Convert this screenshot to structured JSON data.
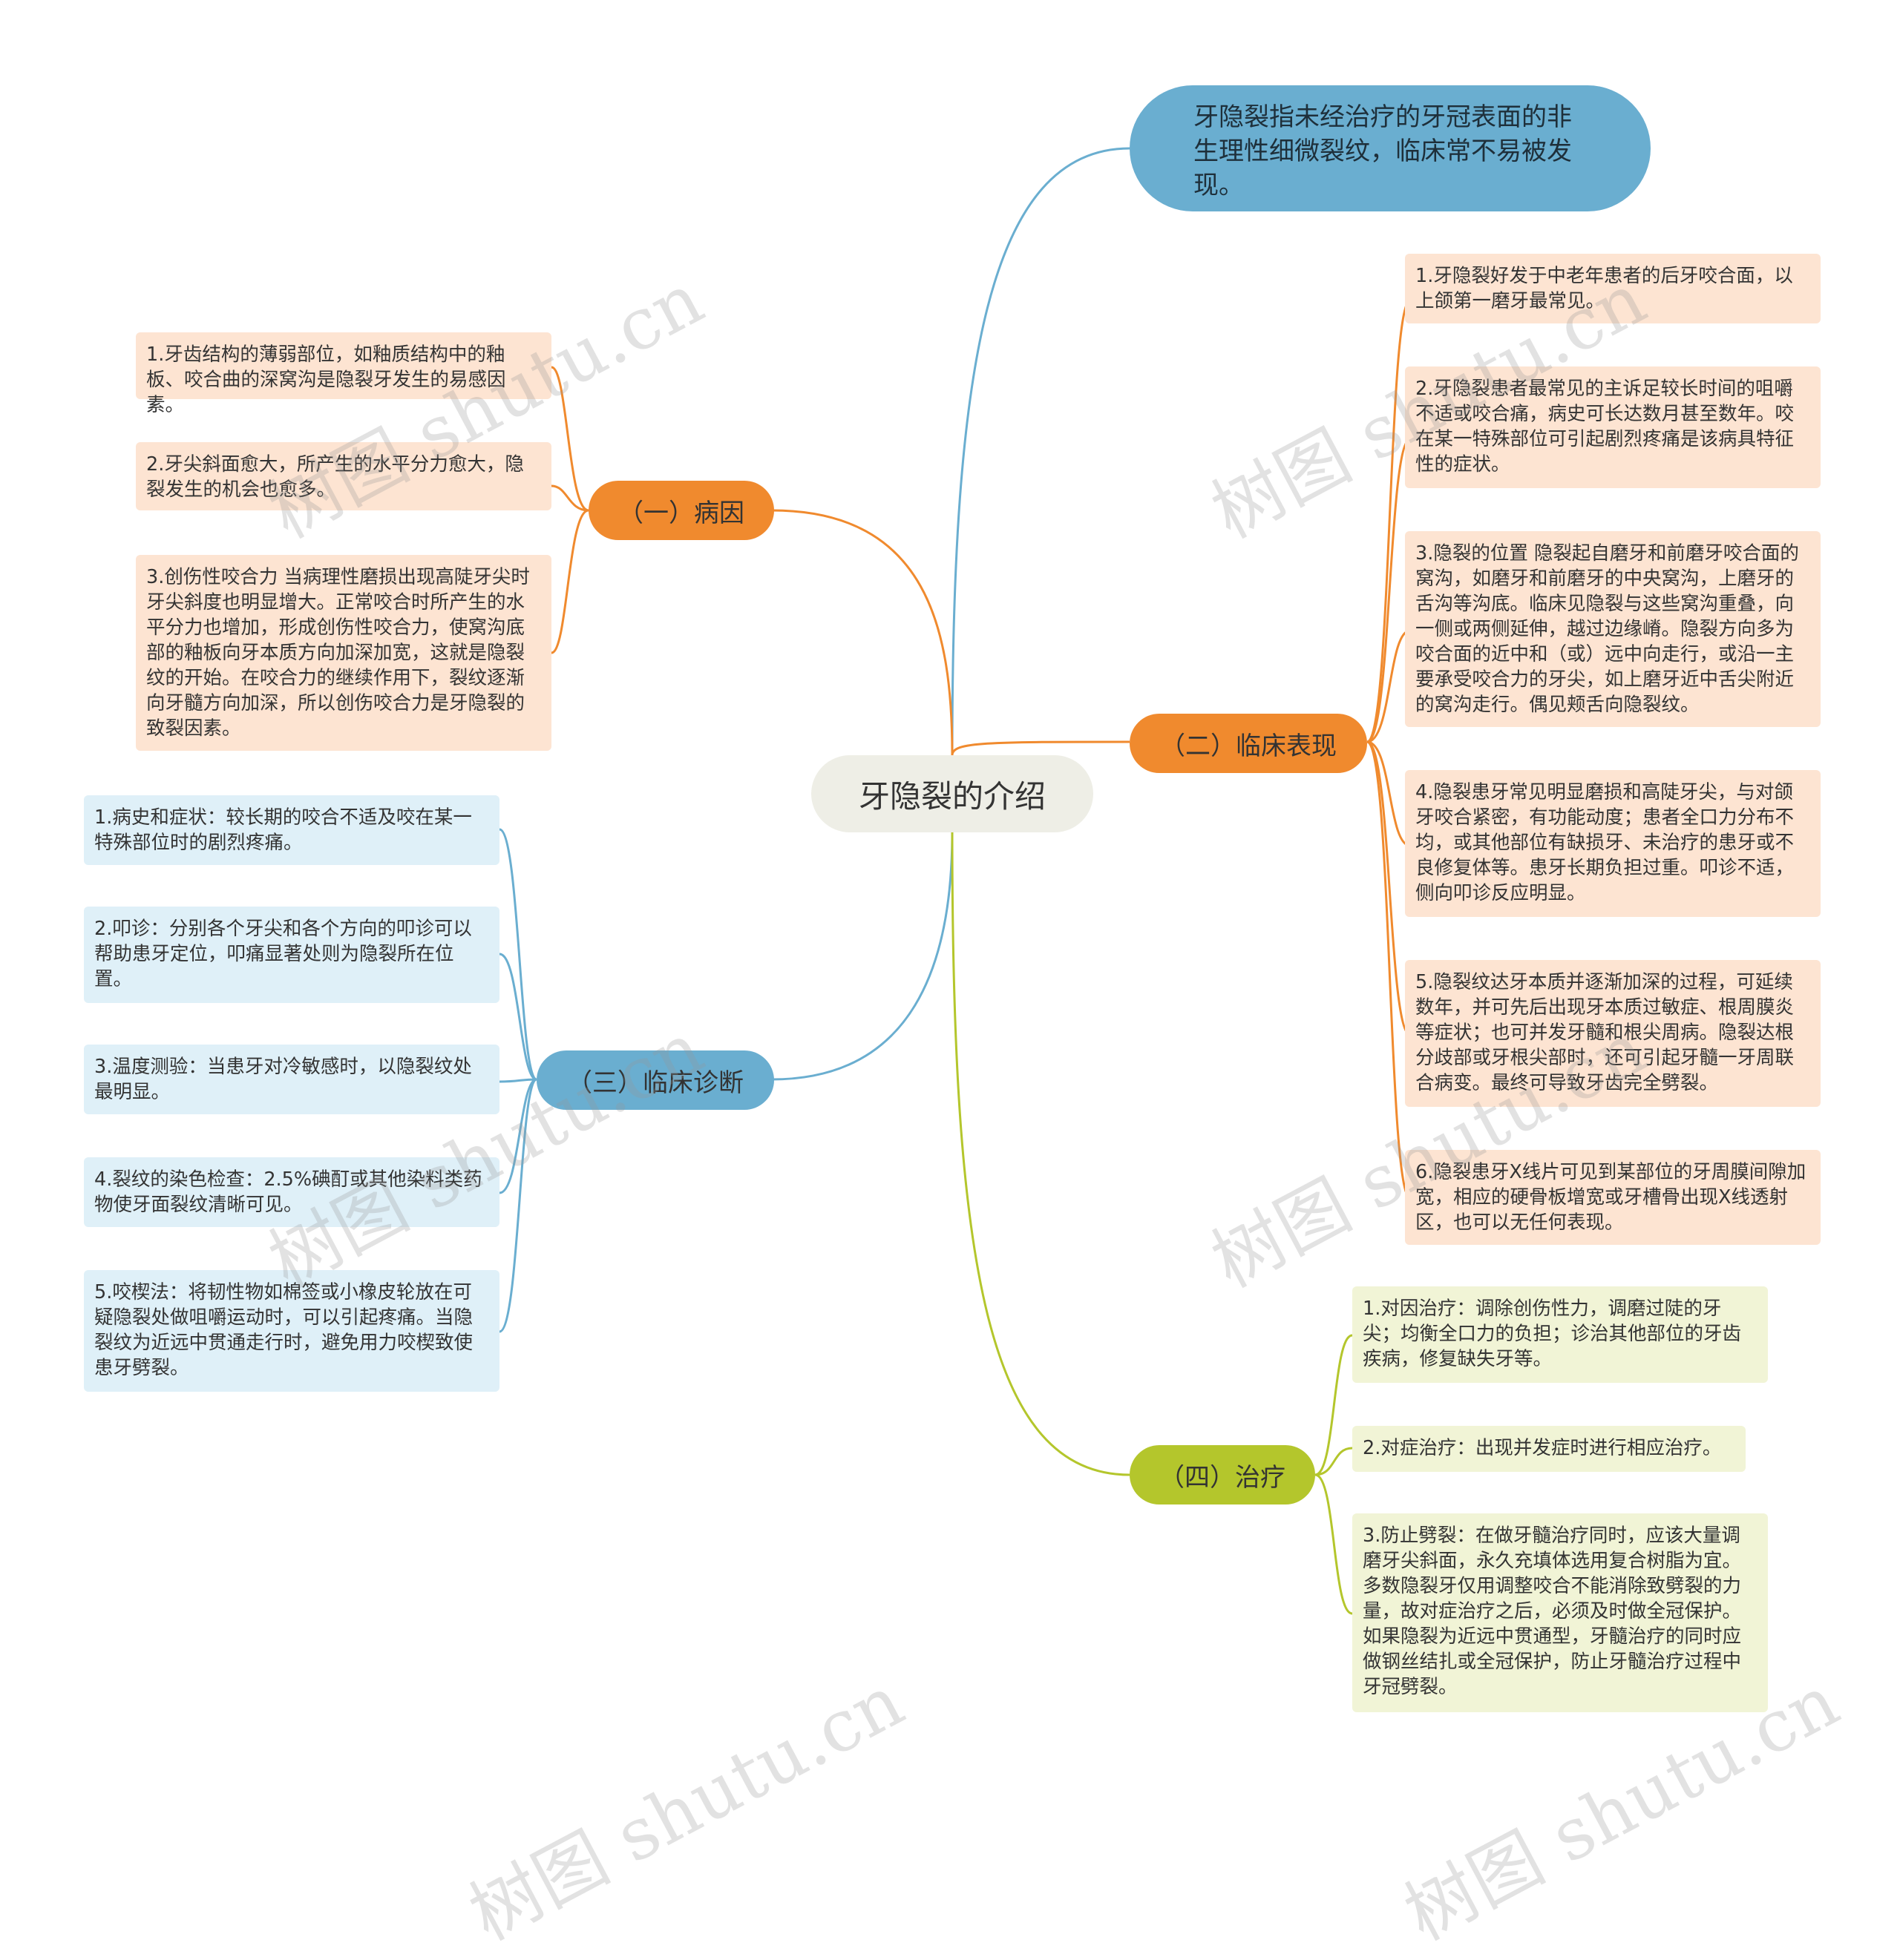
{
  "root": "牙隐裂的介绍",
  "definition": "牙隐裂指未经治疗的牙冠表面的非生理性细微裂纹，临床常不易被发现。",
  "branches": {
    "cause": {
      "label": "（一）病因",
      "items": [
        "1.牙齿结构的薄弱部位，如釉质结构中的釉板、咬合曲的深窝沟是隐裂牙发生的易感因素。",
        "2.牙尖斜面愈大，所产生的水平分力愈大，隐裂发生的机会也愈多。",
        "3.创伤性咬合力  当病理性磨损出现高陡牙尖时牙尖斜度也明显增大。正常咬合时所产生的水平分力也增加，形成创伤性咬合力，使窝沟底部的釉板向牙本质方向加深加宽，这就是隐裂纹的开始。在咬合力的继续作用下，裂纹逐渐向牙髓方向加深，所以创伤咬合力是牙隐裂的致裂因素。"
      ]
    },
    "clinical": {
      "label": "（二）临床表现",
      "items": [
        "1.牙隐裂好发于中老年患者的后牙咬合面，以上颌第一磨牙最常见。",
        "2.牙隐裂患者最常见的主诉足较长时间的咀嚼不适或咬合痛，病史可长达数月甚至数年。咬在某一特殊部位可引起剧烈疼痛是该病具特征性的症状。",
        "3.隐裂的位置  隐裂起自磨牙和前磨牙咬合面的窝沟，如磨牙和前磨牙的中央窝沟，上磨牙的舌沟等沟底。临床见隐裂与这些窝沟重叠，向一侧或两侧延伸，越过边缘嵴。隐裂方向多为咬合面的近中和（或）远中向走行，或沿一主要承受咬合力的牙尖，如上磨牙近中舌尖附近的窝沟走行。偶见颊舌向隐裂纹。",
        "4.隐裂患牙常见明显磨损和高陡牙尖，与对颌牙咬合紧密，有功能动度；患者全口力分布不均，或其他部位有缺损牙、未治疗的患牙或不良修复体等。患牙长期负担过重。叩诊不适，侧向叩诊反应明显。",
        "5.隐裂纹达牙本质并逐渐加深的过程，可延续数年，并可先后出现牙本质过敏症、根周膜炎等症状；也可并发牙髓和根尖周病。隐裂达根分歧部或牙根尖部时，还可引起牙髓一牙周联合病变。最终可导致牙齿完全劈裂。",
        "6.隐裂患牙X线片可见到某部位的牙周膜间隙加宽，相应的硬骨板增宽或牙槽骨出现X线透射区，也可以无任何表现。"
      ]
    },
    "diagnosis": {
      "label": "（三）临床诊断",
      "items": [
        "1.病史和症状：较长期的咬合不适及咬在某一特殊部位时的剧烈疼痛。",
        "2.叩诊：分别各个牙尖和各个方向的叩诊可以帮助患牙定位，叩痛显著处则为隐裂所在位置。",
        "3.温度测验：当患牙对冷敏感时，以隐裂纹处最明显。",
        "4.裂纹的染色检查：2.5%碘酊或其他染料类药物使牙面裂纹清晰可见。",
        "5.咬楔法：将韧性物如棉签或小橡皮轮放在可疑隐裂处做咀嚼运动时，可以引起疼痛。当隐裂纹为近远中贯通走行时，避免用力咬楔致使患牙劈裂。"
      ]
    },
    "treatment": {
      "label": "（四）治疗",
      "items": [
        "1.对因治疗：调除创伤性力，调磨过陡的牙尖；均衡全口力的负担；诊治其他部位的牙齿疾病，修复缺失牙等。",
        "2.对症治疗：出现并发症时进行相应治疗。",
        "3.防止劈裂：在做牙髓治疗同时，应该大量调磨牙尖斜面，永久充填体选用复合树脂为宜。多数隐裂牙仅用调整咬合不能消除致劈裂的力量，故对症治疗之后，必须及时做全冠保护。如果隐裂为近远中贯通型，牙髓治疗的同时应做钢丝结扎或全冠保护，防止牙髓治疗过程中牙冠劈裂。"
      ]
    }
  },
  "watermark": "树图 shutu.cn",
  "colors": {
    "orange": "#f08a2e",
    "blue": "#6aaed0",
    "lime": "#b4c62c",
    "orange_leaf": "#fde4d2",
    "blue_leaf": "#dff0f8",
    "lime_leaf": "#f1f4d6"
  }
}
